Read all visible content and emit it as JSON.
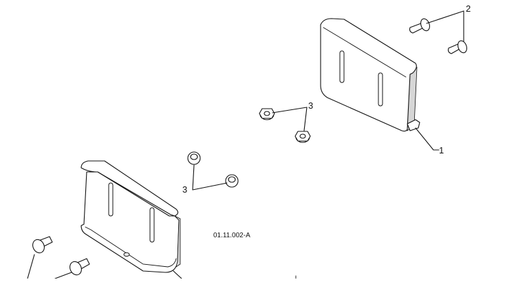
{
  "callouts": {
    "plate": "1",
    "bolts": "2",
    "nuts_upper": "3",
    "nuts_lower": "3"
  },
  "reference_code": "01.11.002-A"
}
